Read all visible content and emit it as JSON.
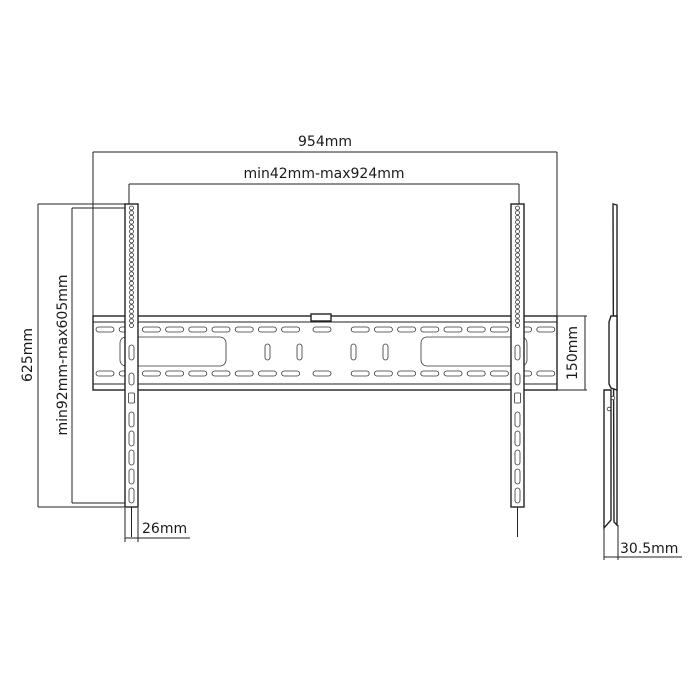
{
  "dimensions": {
    "overall_width": "954mm",
    "bracket_spacing": "min42mm-max924mm",
    "overall_height": "625mm",
    "vertical_range": "min92mm-max605mm",
    "plate_height": "150mm",
    "bracket_width": "26mm",
    "depth": "30.5mm"
  },
  "colors": {
    "line": "#222222",
    "background": "#ffffff"
  }
}
